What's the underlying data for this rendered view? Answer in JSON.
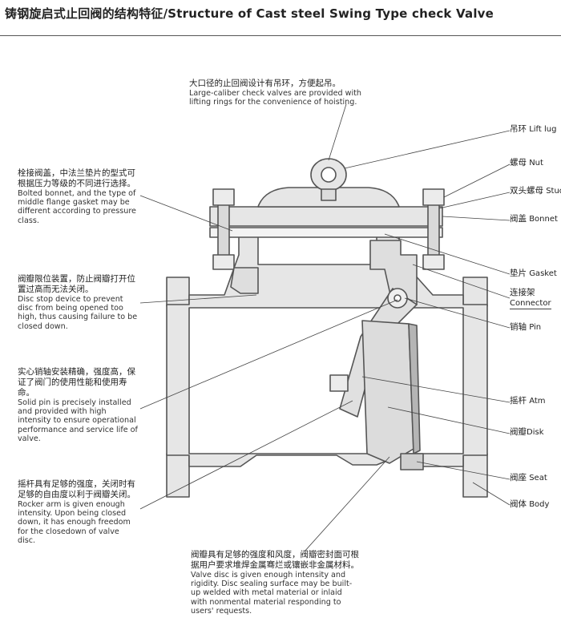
{
  "title": "铸钢旋启式止回阀的结构特征/Structure of Cast steel Swing Type check Valve",
  "notes": {
    "lift_rings": {
      "cn": "大口径的止回阀设计有吊环，方便起吊。",
      "en": "Large-caliber check valves are provided with lifting rings for the convenience of hoisting."
    },
    "bolted_bonnet": {
      "cn": "栓接阀盖，中法兰垫片的型式可根据压力等级的不同进行选择。",
      "en": "Bolted bonnet, and the type of middle flange gasket may be different according to pressure class."
    },
    "disc_stop": {
      "cn": "阀瓣限位装置，防止阀瓣打开位置过高而无法关闭。",
      "en": "Disc stop device to prevent disc from being opened too high, thus causing failure to be closed down."
    },
    "solid_pin": {
      "cn": "实心销轴安装精确，强度高，保证了阀门的使用性能和使用寿命。",
      "en": "Solid pin is precisely installed and provided with high intensity to ensure operational performance and service life of valve."
    },
    "rocker_arm": {
      "cn": "摇杆具有足够的强度，关闭时有足够的自由度以利于阀瓣关闭。",
      "en": "Rocker arm is given enough intensity. Upon being closed down, it has enough freedom for the closedown of valve disc."
    },
    "valve_disc": {
      "cn": "阀瓣具有足够的强度和风度，阀瓣密封面可根据用户要求堆焊金属骞烂或镶嵌非金属材料。",
      "en": "Valve disc is given enough intensity and rigidity. Disc sealing surface may be built-up welded with metal material or inlaid with nonmental material responding to users' requests."
    }
  },
  "parts": {
    "lift_lug": {
      "cn": "吊环",
      "en": "Lift lug"
    },
    "nut": {
      "cn": "螺母",
      "en": "Nut"
    },
    "stud": {
      "cn": "双头螺母",
      "en": "Stud"
    },
    "bonnet": {
      "cn": "阀盖",
      "en": "Bonnet"
    },
    "gasket": {
      "cn": "垫片",
      "en": "Gasket"
    },
    "connector": {
      "cn": "连接架",
      "en": "Connector"
    },
    "pin": {
      "cn": "销轴",
      "en": "Pin"
    },
    "atm": {
      "cn": "摇杆",
      "en": "Atm"
    },
    "disk": {
      "cn": "阀瓣",
      "en": "Disk"
    },
    "seat": {
      "cn": "阀座",
      "en": "Seat"
    },
    "body": {
      "cn": "阀体",
      "en": "Body"
    }
  }
}
